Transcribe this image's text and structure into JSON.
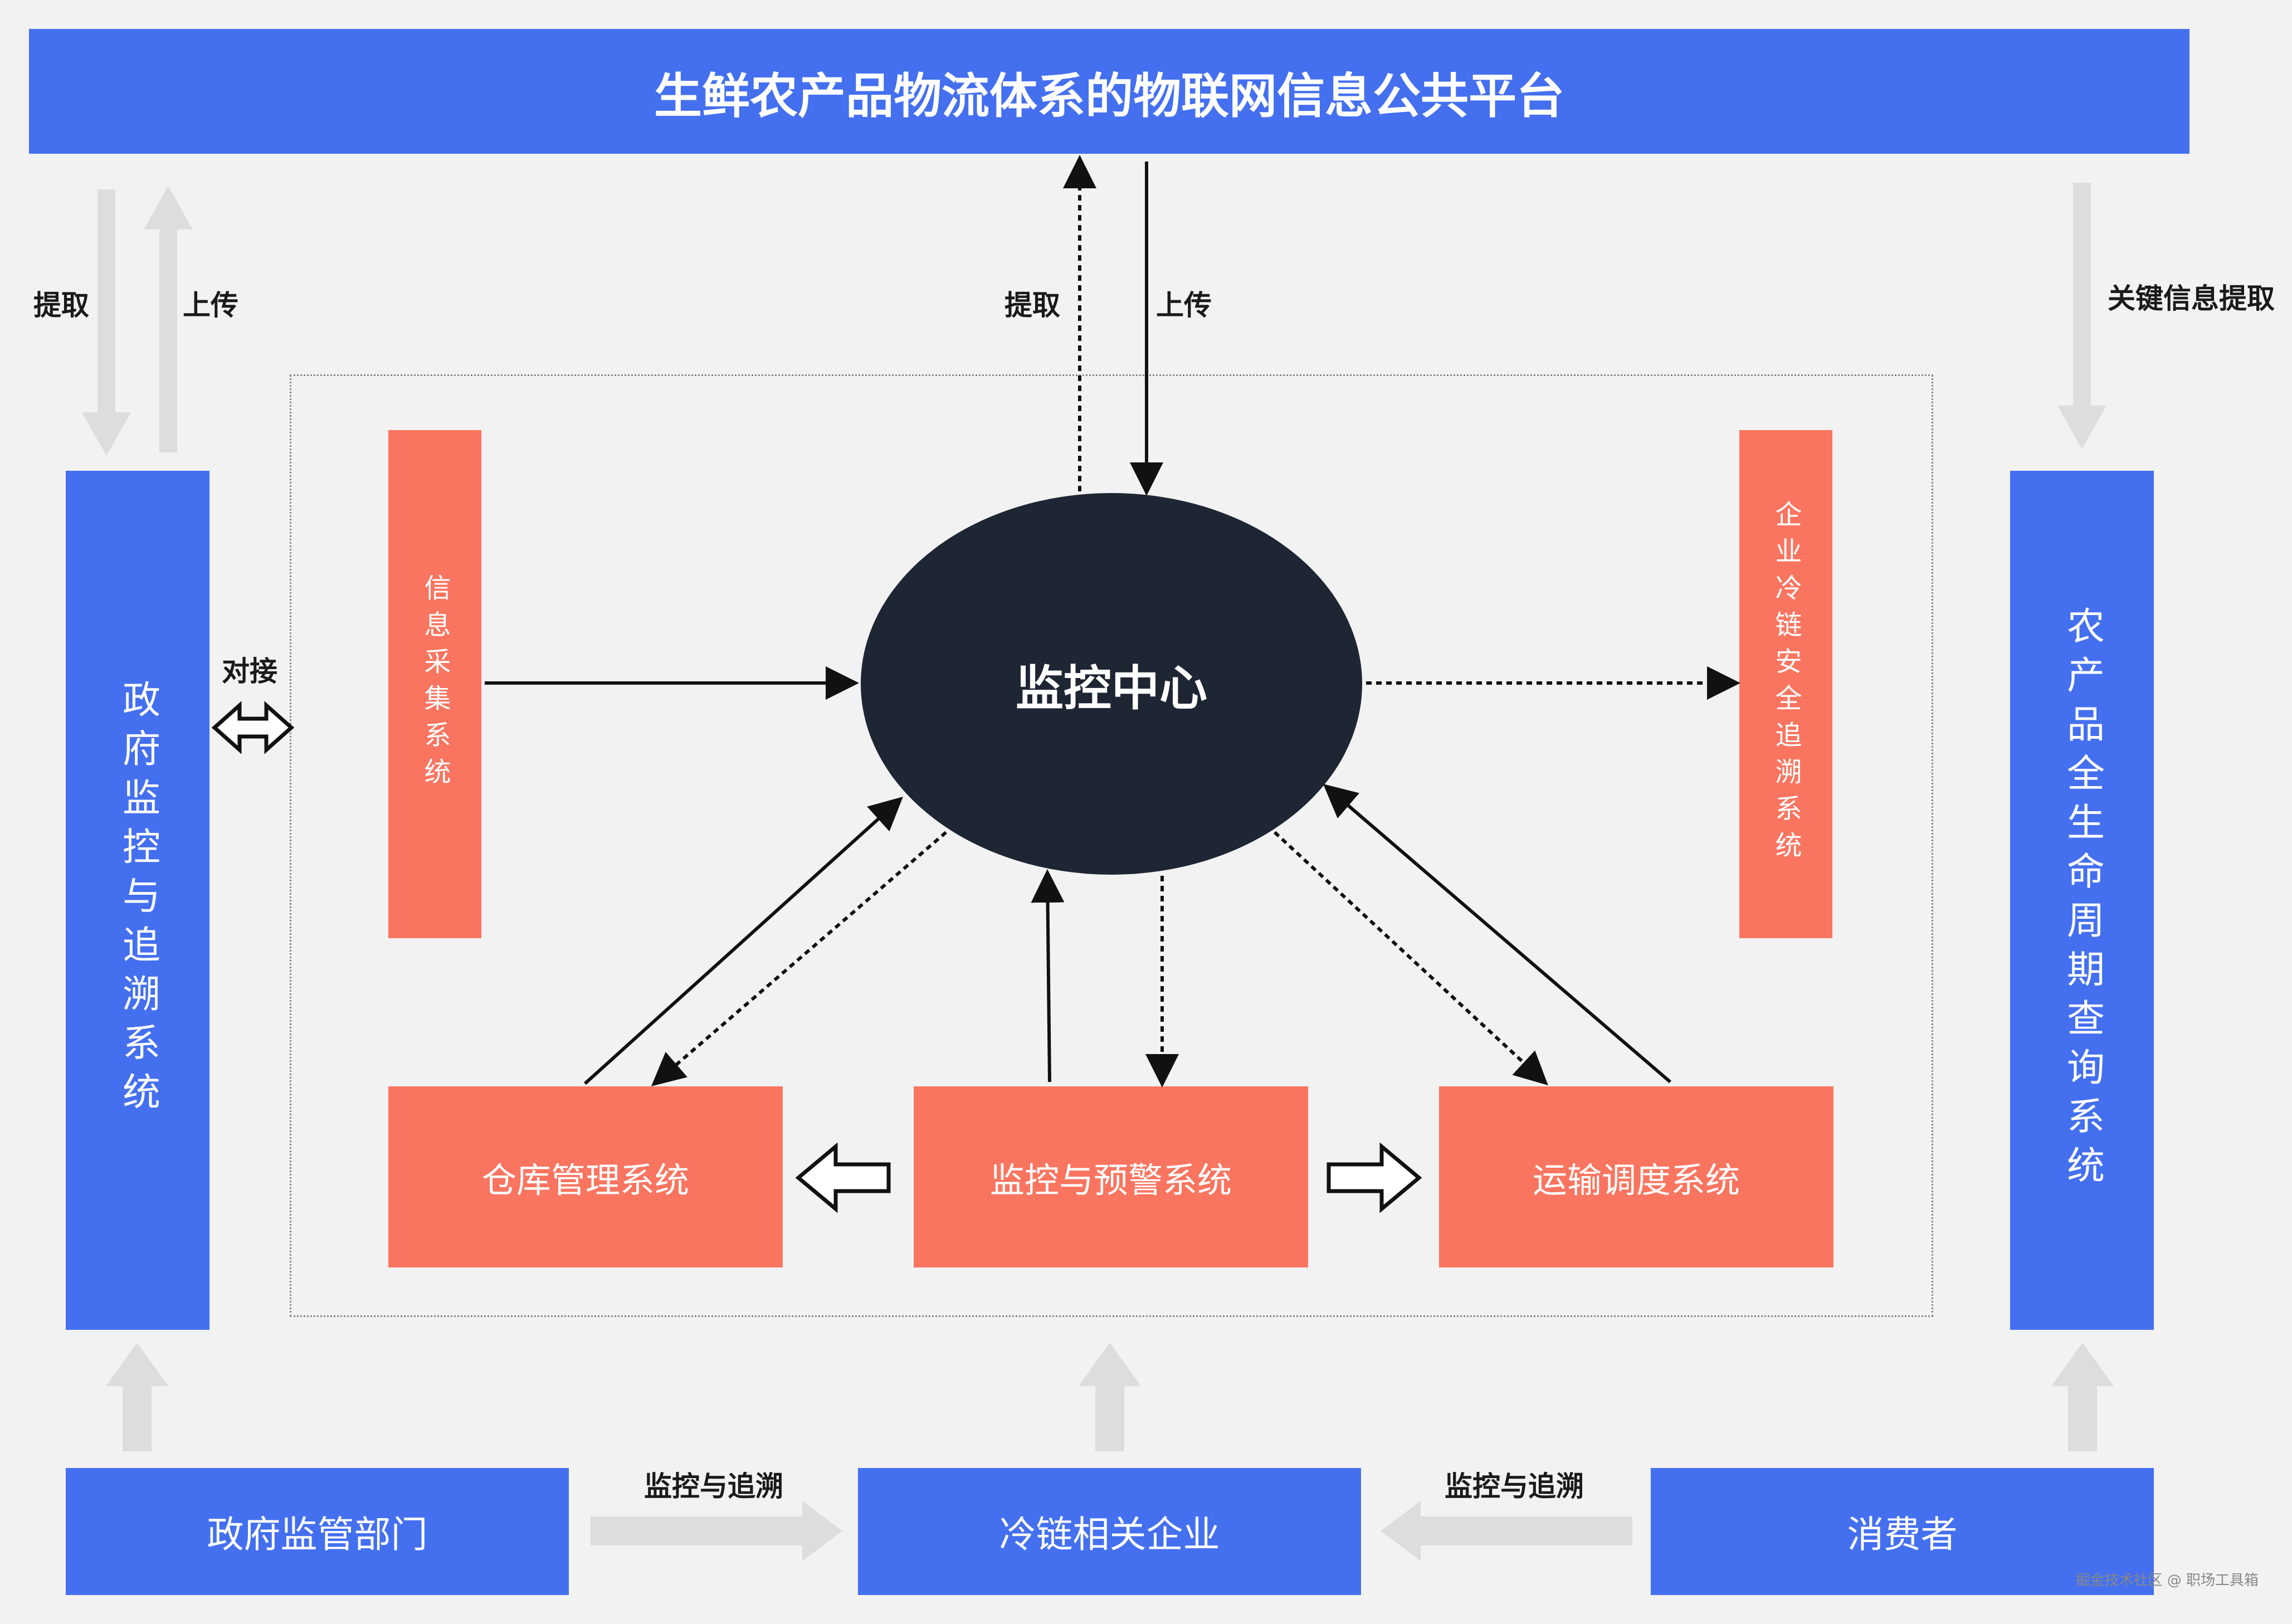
{
  "platform_title": "生鲜农产品物流体系的物联网信息公共平台",
  "gov_system": "政府监控与追溯系统",
  "consumer_system": "农产品全生命周期查询系统",
  "info_collect": "信息采集系统",
  "enterprise_trace": "企业冷链安全追溯系统",
  "monitor_center": "监控中心",
  "warehouse": "仓库管理系统",
  "monitor_alert": "监控与预警系统",
  "transport": "运输调度系统",
  "gov_dept": "政府监管部门",
  "coldchain_company": "冷链相关企业",
  "consumer": "消费者",
  "labels": {
    "extract_left": "提取",
    "upload_left": "上传",
    "extract_center": "提取",
    "upload_center": "上传",
    "key_info_extract": "关键信息提取",
    "connect": "对接",
    "monitor_trace_left": "监控与追溯",
    "monitor_trace_right": "监控与追溯"
  },
  "watermark": "掘金技术社区 @ 职场工具箱",
  "colors": {
    "blue": "#4470ef",
    "orange": "#f97560",
    "center_dark": "#1e2533",
    "background": "#f2f2f2",
    "gray_arrow": "#dddddd"
  }
}
